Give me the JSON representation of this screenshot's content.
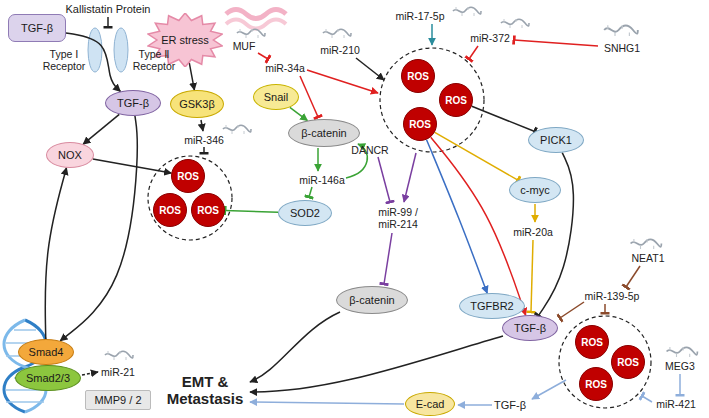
{
  "diagram": {
    "nodes": [
      {
        "text": [
          "TGF-β"
        ]
      },
      {
        "text": [
          "ER stress"
        ]
      },
      {
        "text": [
          "TGF-β"
        ]
      },
      {
        "text": [
          "GSK3β"
        ]
      },
      {
        "text": [
          "Snail"
        ]
      },
      {
        "text": [
          "β-catenin"
        ]
      },
      {
        "text": [
          "NOX"
        ]
      },
      {
        "text": [
          "ROS"
        ]
      },
      {
        "text": [
          "ROS"
        ]
      },
      {
        "text": [
          "ROS"
        ]
      },
      {
        "text": [
          "SOD2"
        ]
      },
      {
        "text": [
          "ROS"
        ]
      },
      {
        "text": [
          "ROS"
        ]
      },
      {
        "text": [
          "ROS"
        ]
      },
      {
        "text": [
          "PICK1"
        ]
      },
      {
        "text": [
          "c-myc"
        ]
      },
      {
        "text": [
          "β-catenin"
        ]
      },
      {
        "text": [
          "TGFBR2"
        ]
      },
      {
        "text": [
          "TGF-β"
        ]
      },
      {
        "text": [
          "ROS"
        ]
      },
      {
        "text": [
          "ROS"
        ]
      },
      {
        "text": [
          "ROS"
        ]
      },
      {
        "text": [
          "Smad4"
        ]
      },
      {
        "text": [
          "Smad2/3"
        ]
      },
      {
        "text": [
          "MMP9 / 2"
        ]
      },
      {
        "text": [
          "E-cad"
        ]
      }
    ],
    "edges": [
      {
        "from": 0,
        "to": 2,
        "arrow": "to"
      },
      {
        "from": 1,
        "to": 3,
        "arrow": "to"
      },
      {
        "from": 2,
        "to": 6,
        "arrow": "to"
      },
      {
        "from": 2,
        "to": 22,
        "arrow": "to"
      },
      {
        "from": 22,
        "to": 6,
        "arrow": "to"
      },
      {
        "from": 6,
        "to": 7,
        "arrow": "to"
      },
      {
        "from": 10,
        "to": 9,
        "arrow": "to"
      },
      {
        "from": 4,
        "to": 5,
        "arrow": "to"
      },
      {
        "from": 12,
        "to": 14,
        "arrow": "to"
      },
      {
        "from": 13,
        "to": 15,
        "arrow": "to"
      },
      {
        "from": 13,
        "to": 17,
        "arrow": "to"
      },
      {
        "from": 13,
        "to": 18,
        "arrow": "to"
      },
      {
        "from": 14,
        "to": 18,
        "arrow": "to"
      }
    ],
    "labels": [
      "Kallistatin Protein",
      "Type Ⅰ Receptor",
      "Type Ⅱ Receptor",
      "MUF",
      "miR-210",
      "miR-17-5p",
      "miR-372",
      "SNHG1",
      "miR-34a",
      "miR-346",
      "miR-146a",
      "DANCR",
      "miR-99 / miR-214",
      "miR-20a",
      "NEAT1",
      "miR-139-5p",
      "MEG3",
      "miR-421",
      "miR-21",
      "EMT & Metastasis",
      "TGF-β"
    ]
  }
}
